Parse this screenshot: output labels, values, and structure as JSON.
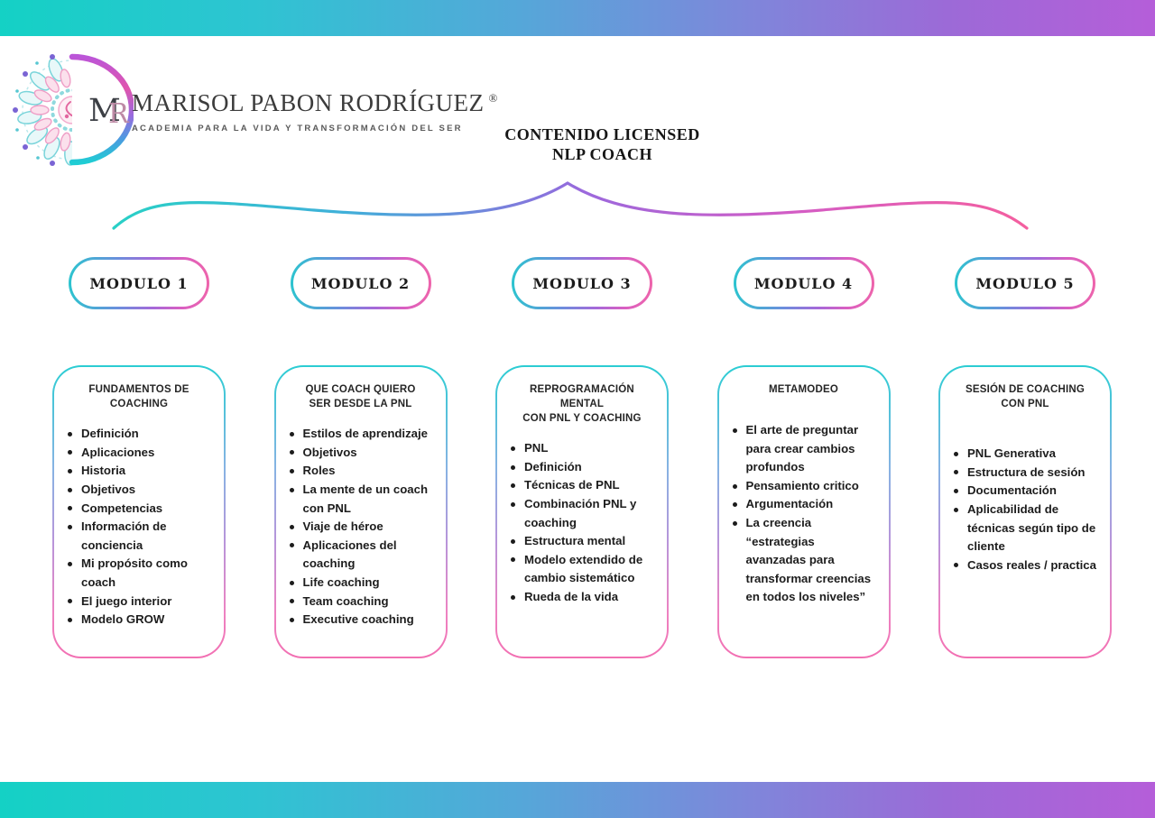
{
  "brand": {
    "name": "MARISOL PABON RODRÍGUEZ",
    "registered": "®",
    "tagline": "ACADEMIA PARA LA VIDA Y TRANSFORMACIÓN DEL SER",
    "monogram_m": "M",
    "monogram_r": "R"
  },
  "title": {
    "line1": "CONTENIDO LICENSED",
    "line2": "NLP COACH"
  },
  "colors": {
    "teal": "#14d1c5",
    "blue": "#5a8fd8",
    "purple": "#9a63d8",
    "magenta": "#d95fc2",
    "pink": "#f062ad"
  },
  "modules": [
    {
      "pill": "MODULO 1",
      "card_title": [
        "FUNDAMENTOS DE",
        "COACHING"
      ],
      "items": [
        "Definición",
        "Aplicaciones",
        "Historia",
        "Objetivos",
        "Competencias",
        "Información de conciencia",
        "Mi propósito como coach",
        "El juego interior",
        "Modelo GROW"
      ]
    },
    {
      "pill": "MODULO 2",
      "card_title": [
        "QUE COACH QUIERO",
        "SER DESDE LA PNL"
      ],
      "items": [
        "Estilos de aprendizaje",
        "Objetivos",
        "Roles",
        "La mente de un coach con PNL",
        "Viaje de héroe",
        "Aplicaciones del coaching",
        "Life coaching",
        "Team coaching",
        "Executive coaching"
      ]
    },
    {
      "pill": "MODULO 3",
      "card_title": [
        "REPROGRAMACIÓN MENTAL",
        "CON PNL Y COACHING"
      ],
      "items": [
        "PNL",
        "Definición",
        "Técnicas de PNL",
        "Combinación PNL y coaching",
        "Estructura mental",
        "Modelo extendido de cambio sistemático",
        "Rueda de la vida"
      ]
    },
    {
      "pill": "MODULO 4",
      "card_title": [
        "METAMODEO"
      ],
      "items": [
        "El arte de preguntar para crear cambios profundos",
        "Pensamiento critico",
        "Argumentación",
        "La creencia “estrategias avanzadas para transformar creencias en todos los niveles”"
      ]
    },
    {
      "pill": "MODULO 5",
      "card_title": [
        "SESIÓN DE COACHING",
        "CON PNL"
      ],
      "items": [
        "PNL Generativa",
        "Estructura de sesión",
        "Documentación",
        "Aplicabilidad de técnicas según tipo de cliente",
        "Casos reales / practica"
      ]
    }
  ]
}
